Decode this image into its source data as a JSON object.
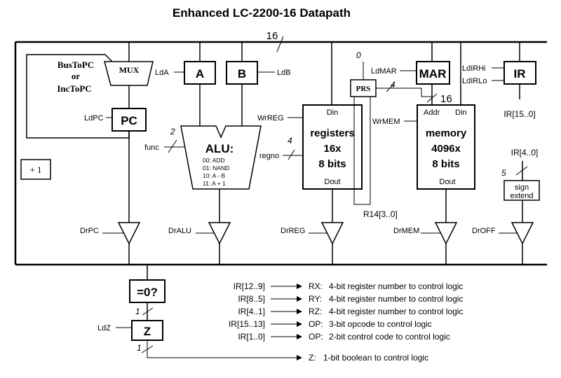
{
  "title": "Enhanced LC-2200-16 Datapath",
  "bus_width": "16",
  "pc_mux": {
    "label": "MUX",
    "input_line1": "BusToPC",
    "input_line2": "or",
    "input_line3": "IncToPC"
  },
  "pc": {
    "label": "PC",
    "load": "LdPC",
    "incrementer": "+ 1",
    "drive": "DrPC"
  },
  "reg_a": {
    "label": "A",
    "load": "LdA"
  },
  "reg_b": {
    "label": "B",
    "load": "LdB"
  },
  "alu": {
    "label": "ALU:",
    "func": "func",
    "func_width": "2",
    "ops": [
      "00: ADD",
      "01: NAND",
      "10: A - B",
      "11: A + 1"
    ],
    "drive": "DrALU"
  },
  "registers": {
    "din": "Din",
    "line1": "registers",
    "line2": "16x",
    "line3": "8 bits",
    "dout": "Dout",
    "write": "WrREG",
    "regno": "regno",
    "regno_width": "4",
    "drive": "DrREG"
  },
  "prs": {
    "label": "PRS",
    "sel_width": "0",
    "r14": "R14[3..0]",
    "width_to_mar": "4"
  },
  "mar": {
    "label": "MAR",
    "load": "LdMAR",
    "width": "16"
  },
  "memory": {
    "addr": "Addr",
    "din": "Din",
    "line1": "memory",
    "line2": "4096x",
    "line3": "8 bits",
    "dout": "Dout",
    "write": "WrMEM",
    "drive": "DrMEM"
  },
  "ir": {
    "label": "IR",
    "load_hi": "LdIRHi",
    "load_lo": "LdIRLo",
    "out": "IR[15..0]",
    "imm": "IR[4..0]",
    "imm_width": "5",
    "sign_extend_line1": "sign",
    "sign_extend_line2": "extend",
    "drive": "DrOFF"
  },
  "zero": {
    "test": "=0?",
    "width_in": "1",
    "reg": "Z",
    "load": "LdZ",
    "width_out": "1"
  },
  "control_outputs": [
    {
      "src": "IR[12..9]",
      "dst": "RX:",
      "desc": "4-bit register number to control logic"
    },
    {
      "src": "IR[8..5]",
      "dst": "RY:",
      "desc": "4-bit register number to control logic"
    },
    {
      "src": "IR[4..1]",
      "dst": "RZ:",
      "desc": "4-bit register number to control logic"
    },
    {
      "src": "IR[15..13]",
      "dst": "OP:",
      "desc": "3-bit opcode to control logic"
    },
    {
      "src": "IR[1..0]",
      "dst": "OP:",
      "desc": "2-bit control code to control logic"
    }
  ],
  "z_output": {
    "dst": "Z:",
    "desc": "1-bit boolean to control logic"
  }
}
